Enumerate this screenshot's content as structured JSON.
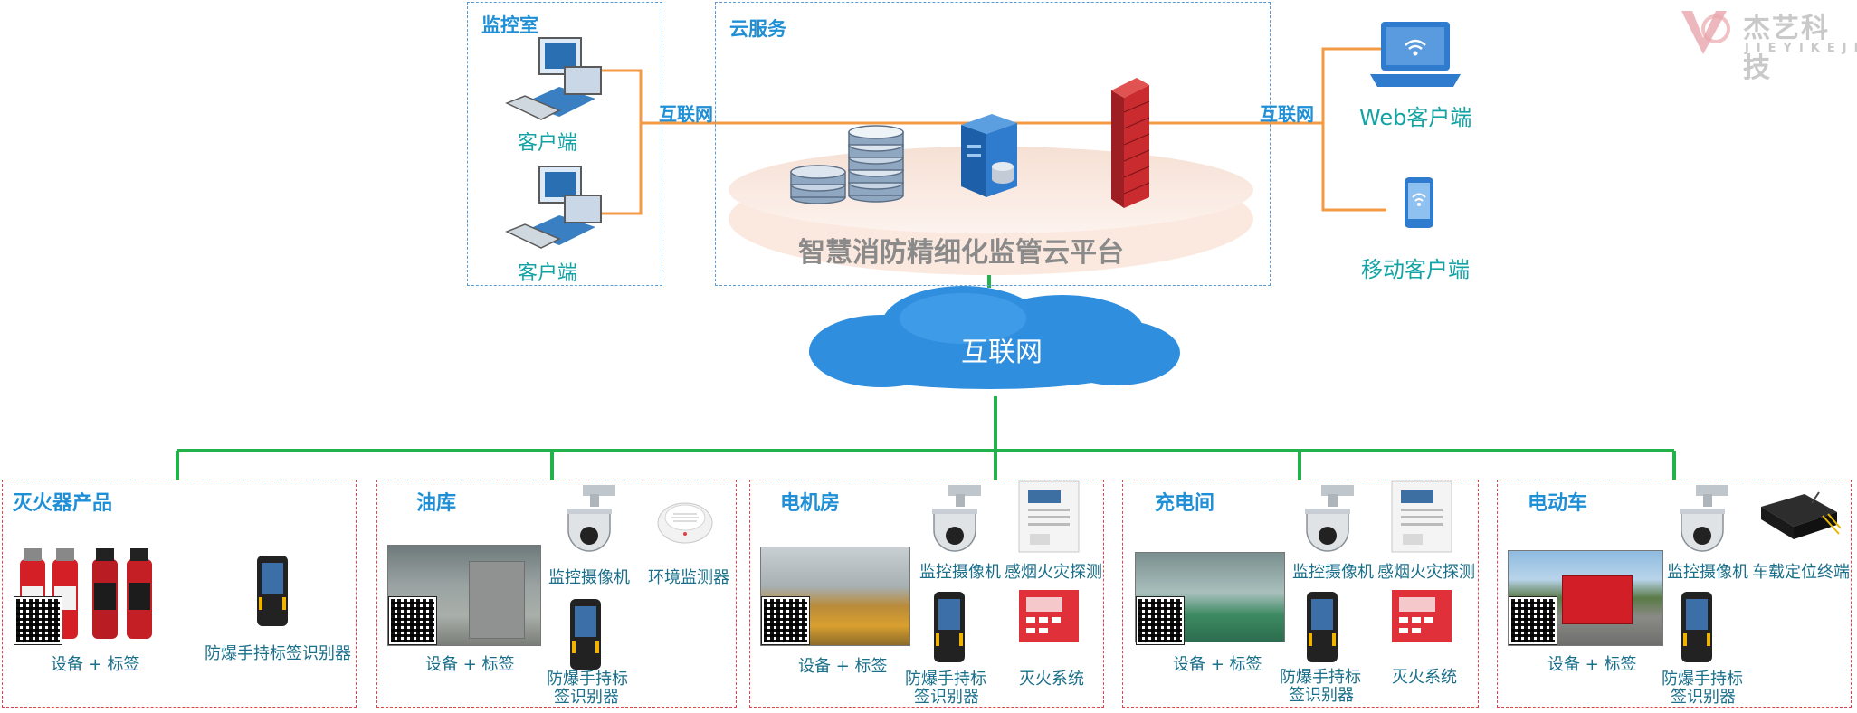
{
  "logo": {
    "cn": "杰艺科技",
    "en": "JIEYIKEJI"
  },
  "monitor_room": {
    "title": "监控室",
    "clients": [
      "客户端",
      "客户端"
    ]
  },
  "cloud_service": {
    "title": "云服务",
    "platform": "智慧消防精细化监管云平台"
  },
  "links": {
    "left_internet": "互联网",
    "right_internet": "互联网"
  },
  "clients_right": {
    "web": "Web客户端",
    "mobile": "移动客户端"
  },
  "cloud": {
    "label": "互联网"
  },
  "sites": [
    {
      "title": "灭火器产品",
      "labels": [
        "设备 + 标签",
        "防爆手持标签识别器"
      ]
    },
    {
      "title": "油库",
      "labels": [
        "监控摄像机",
        "环境监测器",
        "设备 + 标签",
        "防爆手持标",
        "签识别器"
      ]
    },
    {
      "title": "电机房",
      "labels": [
        "监控摄像机",
        "感烟火灾探测",
        "设备 + 标签",
        "防爆手持标",
        "签识别器",
        "灭火系统"
      ]
    },
    {
      "title": "充电间",
      "labels": [
        "监控摄像机",
        "感烟火灾探测",
        "设备 + 标签",
        "防爆手持标",
        "签识别器",
        "灭火系统"
      ]
    },
    {
      "title": "电动车",
      "labels": [
        "监控摄像机",
        "车载定位终端",
        "设备 + 标签",
        "防爆手持标",
        "签识别器"
      ]
    }
  ],
  "colors": {
    "orange_line": "#f39a44",
    "green_line": "#22b24c",
    "accent_blue": "#1f8fd6",
    "teal_text": "#14a3a5",
    "red_dash": "#e0454a"
  }
}
